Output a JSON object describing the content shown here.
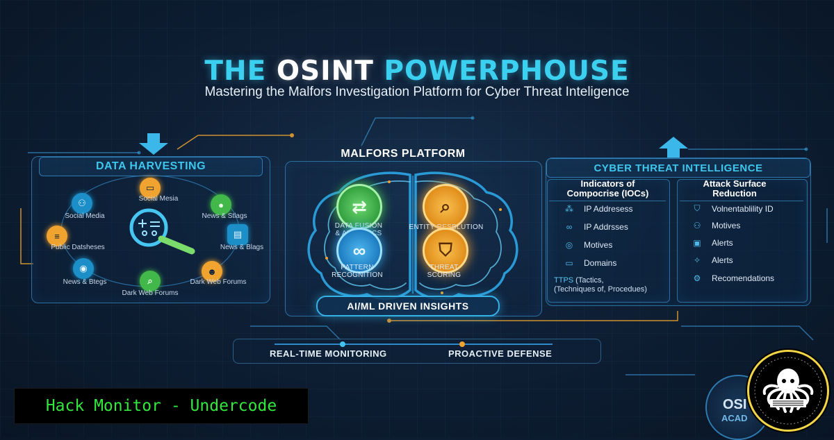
{
  "header": {
    "title_part1": "THE ",
    "title_part2": "OSINT",
    "title_part3": " POWERPHOUSE",
    "subtitle": "Mastering the Malfors Investigation Platform for Cyber Threat Inteligence"
  },
  "harvesting": {
    "title": "DATA HARVESTING",
    "nodes": [
      {
        "label": "Social Mesia",
        "icon": "monitor-icon"
      },
      {
        "label": "News & Stlags",
        "icon": "person-icon"
      },
      {
        "label": "News & Blags",
        "icon": "document-icon"
      },
      {
        "label": "Dark Web Forums",
        "icon": "mask-icon"
      },
      {
        "label": "Dark Web Forums",
        "icon": "search-icon"
      },
      {
        "label": "News & Btegs",
        "icon": "camera-icon"
      },
      {
        "label": "Public Datsheses",
        "icon": "database-icon"
      },
      {
        "label": "Social Media",
        "icon": "people-icon"
      }
    ]
  },
  "platform": {
    "title": "MALFORS PLATFORM",
    "cells": [
      {
        "label_line1": "DATA FUSION",
        "label_line2": "& ANALYTICS",
        "icon": "swap-arrows-icon"
      },
      {
        "label_line1": "ENTITY RESBLUTION",
        "label_line2": "",
        "icon": "magnifier-icon"
      },
      {
        "label_line1": "PATTERN",
        "label_line2": "RECOGNITION",
        "icon": "link-icon"
      },
      {
        "label_line1": "THREAT",
        "label_line2": "SCORING",
        "icon": "shield-icon"
      }
    ],
    "ai_label": "AI/ML DRIVEN INSIGHTS"
  },
  "cti": {
    "title": "CYBER THREAT INTELLIGENCE",
    "left_head_line1": "Indicators of",
    "left_head_line2": "Compocrise (IOCs)",
    "left_items": [
      "IP Addresess",
      "IP Addrsses",
      "Motives",
      "Domains"
    ],
    "ttps_label": "TTPS",
    "ttps_rest": " (Tactics,",
    "ttps_line2": "(Techniques of, Procedues)",
    "right_head_line1": "Attack Surface",
    "right_head_line2": "Reduction",
    "right_items": [
      "Volnentablility ID",
      "Motives",
      "Alerts",
      "Alerts",
      "Recomendations"
    ]
  },
  "bottom": {
    "monitoring": "REAL-TIME MONITORING",
    "defense": "PROACTIVE DEFENSE"
  },
  "banner": {
    "text": "Hack Monitor - Undercode"
  },
  "badge": {
    "line1": "OSI",
    "line2": "ACAD"
  },
  "colors": {
    "accent_cyan": "#3bd0f0",
    "accent_orange": "#f0a32e",
    "accent_green": "#43b84a",
    "banner_green": "#31e83d",
    "background": "#0e1f35"
  }
}
